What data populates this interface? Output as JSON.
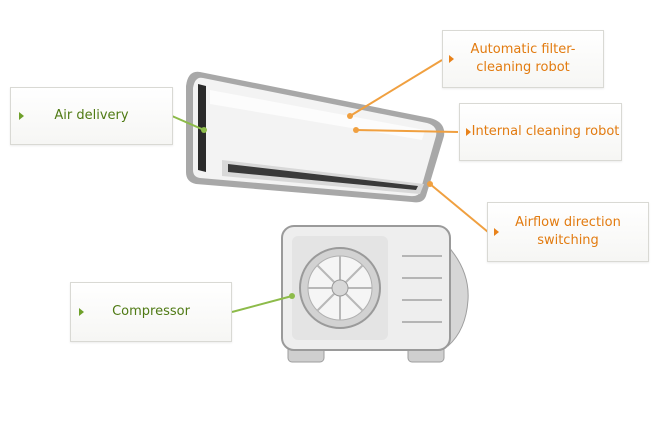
{
  "labels": {
    "air_delivery": "Air delivery",
    "compressor": "Compressor",
    "filter_robot": "Automatic filter-\ncleaning robot",
    "internal_robot": "Internal cleaning robot",
    "airflow_switching": "Airflow direction\nswitching"
  },
  "colors": {
    "green_text": "#4f7a14",
    "green_line": "#8dbb4a",
    "orange_text": "#e27b10",
    "orange_line": "#f0a040",
    "unit_body": "#f2f2f2",
    "unit_outline": "#9a9a9a"
  }
}
